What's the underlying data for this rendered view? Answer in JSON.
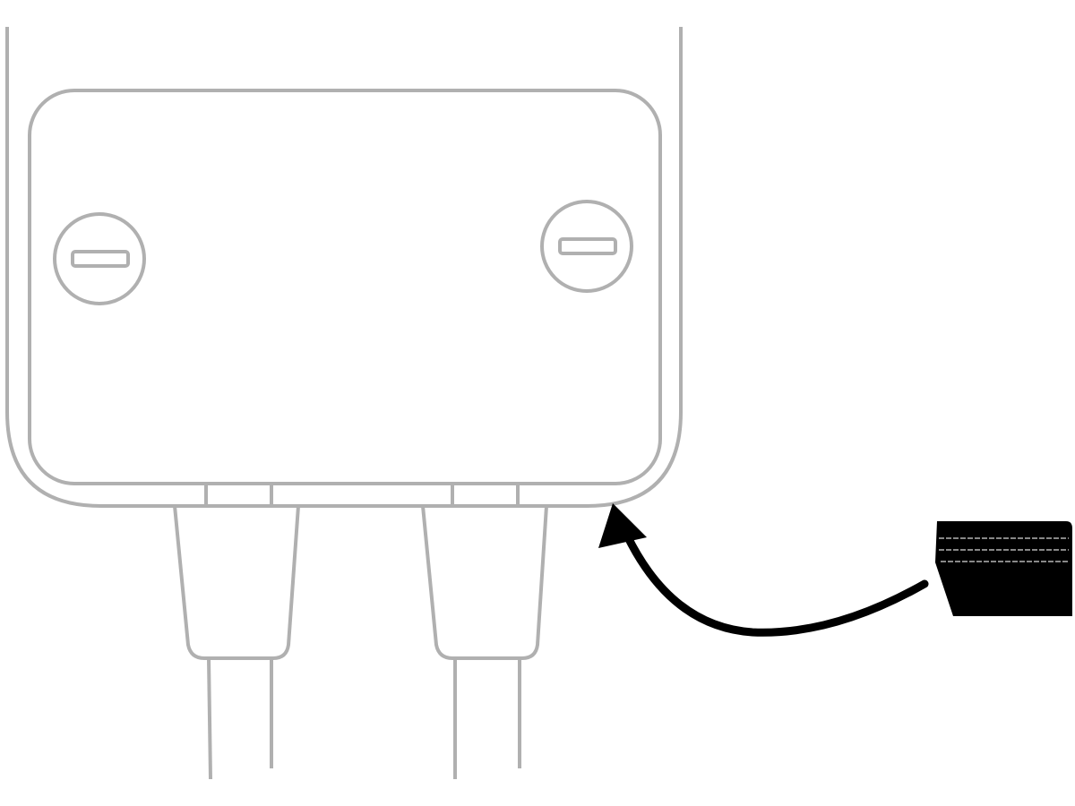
{
  "diagram": {
    "line_color": "#b0b0b0",
    "arrow_color": "#000000",
    "label_color": "#000000",
    "label_text_legible": false,
    "components": [
      "device-housing",
      "cover-plate",
      "screw",
      "screw",
      "cable-connector",
      "cable-connector",
      "label-tag",
      "pointer-arrow"
    ]
  }
}
